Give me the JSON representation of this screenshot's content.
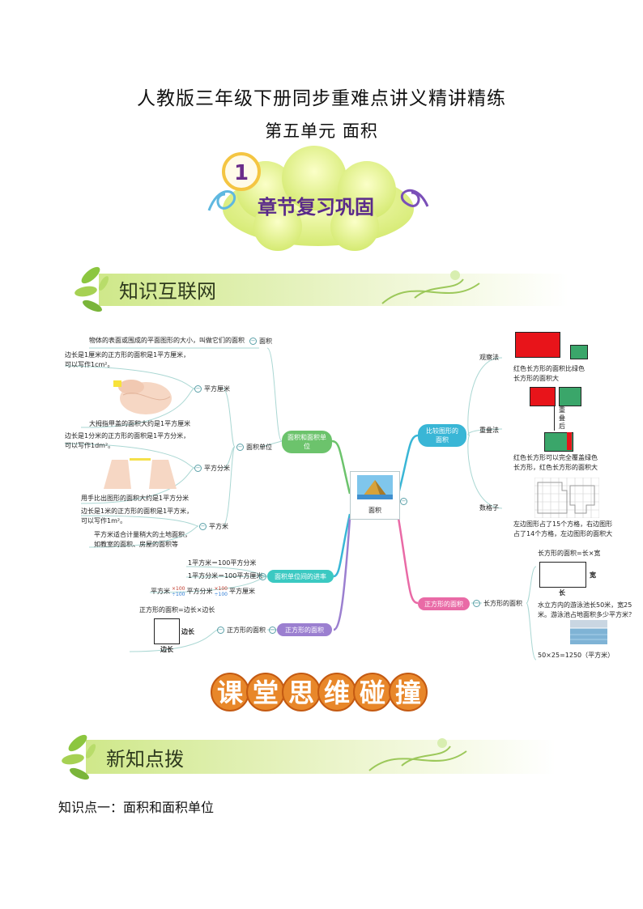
{
  "header": {
    "title": "人教版三年级下册同步重难点讲义精讲精练",
    "subtitle": "第五单元  面积"
  },
  "chapter_badge": {
    "number": "1",
    "label": "章节复习巩固"
  },
  "banner_1": {
    "label": "知识互联网"
  },
  "mindmap": {
    "center": {
      "label": "面积"
    },
    "left": {
      "branch_unit": {
        "label": "面积和面积单位"
      },
      "def": {
        "text": "物体的表面或围成的平面图形的大小，叫做它们的面积",
        "label": "面积"
      },
      "units_node": {
        "label": "面积单位"
      },
      "sqcm": {
        "label": "平方厘米",
        "line1": "边长是1厘米的正方形的面积是1平方厘米，",
        "line2": "可以写作1cm²。",
        "caption": "大拇指甲盖的面积大约是1平方厘米"
      },
      "sqdm": {
        "label": "平方分米",
        "line1": "边长是1分米的正方形的面积是1平方分米，",
        "line2": "可以写作1dm²。",
        "caption": "用手比出图形的面积大约是1平方分米"
      },
      "sqm": {
        "label": "平方米",
        "line1": "边长是1米的正方形的面积是1平方米，",
        "line2": "可以写作1m²。",
        "note1": "平方米适合计量稍大的土地面积，",
        "note2": "如教室的面积、房屋的面积等"
      },
      "rate_node": {
        "label": "面积单位间的进率"
      },
      "rate1": "1平方米＝100平方分米",
      "rate2": "1平方分米＝100平方厘米",
      "rate3_a": "平方米",
      "rate3_op1": "×100",
      "rate3_op2": "÷100",
      "rate3_b": "平方分米",
      "rate3_op3": "×100",
      "rate3_op4": "÷100",
      "rate3_c": "平方厘米",
      "square_node": {
        "label": "正方形的面积"
      },
      "square_sub": "正方形的面积",
      "square_formula": "正方形的面积=边长×边长",
      "square_side_r": "边长",
      "square_side_b": "边长"
    },
    "right": {
      "compare_node": {
        "label": "比较图形的面积"
      },
      "observe": {
        "label": "观察法",
        "line1": "红色长方形的面积比绿色",
        "line2": "长方形的面积大"
      },
      "overlap": {
        "label": "重叠法",
        "arrow": "重叠后",
        "line1": "红色长方形可以完全覆盖绿色",
        "line2": "长方形，红色长方形的面积大"
      },
      "grid": {
        "label": "数格子",
        "line1": "左边图形占了15个方格，右边图形",
        "line2": "占了14个方格，左边图形的面积大"
      },
      "rect_node": {
        "label": "正方形的面积"
      },
      "rect_sub": "长方形的面积",
      "rect_formula": "长方形的面积=长×宽",
      "rect_w": "宽",
      "rect_l": "长",
      "pool1": "水立方内的游泳池长50米，宽25",
      "pool2": "米。游泳池占地面积多少平方米？",
      "pool_answer": "50×25=1250（平方米）"
    },
    "colors": {
      "green": "#6cc36c",
      "blue": "#39b6d6",
      "purple": "#9b7fd0",
      "pink": "#e96aa6",
      "teal": "#3bc9c2",
      "red": "#e8141a",
      "rect_green": "#3aa66a"
    }
  },
  "cta": {
    "chars": [
      "课",
      "堂",
      "思",
      "维",
      "碰",
      "撞"
    ]
  },
  "banner_2": {
    "label": "新知点拨"
  },
  "knowledge_point": "知识点一：面积和面积单位"
}
